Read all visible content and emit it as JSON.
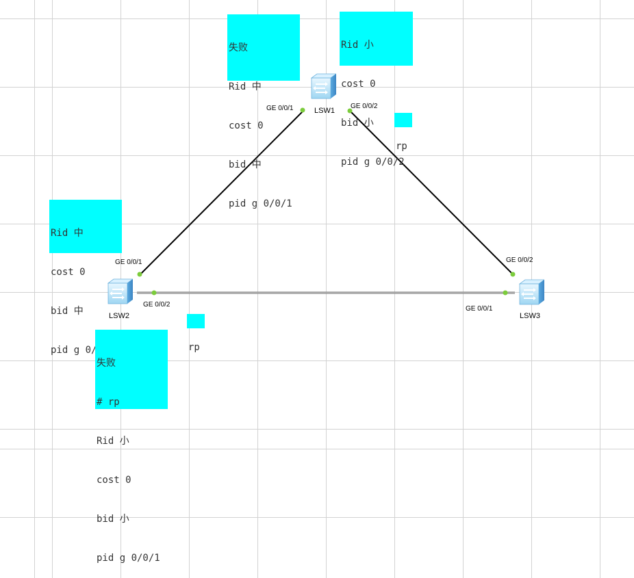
{
  "devices": [
    {
      "id": "lsw1",
      "label": "LSW1"
    },
    {
      "id": "lsw2",
      "label": "LSW2"
    },
    {
      "id": "lsw3",
      "label": "LSW3"
    }
  ],
  "ports": {
    "lsw1_g001": "GE 0/0/1",
    "lsw1_g002": "GE 0/0/2",
    "lsw2_g001": "GE 0/0/1",
    "lsw2_g002": "GE 0/0/2",
    "lsw3_g001": "GE 0/0/1",
    "lsw3_g002": "GE 0/0/2"
  },
  "notes": {
    "lsw1_left": [
      "失败",
      "Rid 中",
      "cost 0",
      "bid 中",
      "pid g 0/0/1"
    ],
    "lsw1_right": [
      "Rid 小",
      "cost 0",
      "bid 小",
      "pid g 0/0/2"
    ],
    "lsw1_port2_role": [
      "rp"
    ],
    "lsw2_upper": [
      "Rid 中",
      "cost 0",
      "bid 中",
      "pid g 0/0/1"
    ],
    "lsw2_port2_role": [
      "rp"
    ],
    "lsw2_lower": [
      "失败",
      "# rp",
      "Rid 小",
      "cost 0",
      "bid 小",
      "pid g 0/0/1"
    ]
  },
  "colors": {
    "note_bg": "#00ffff",
    "port_dot": "#7ccc3c",
    "link": "#000000",
    "switch_body": "#a9dcf5"
  }
}
